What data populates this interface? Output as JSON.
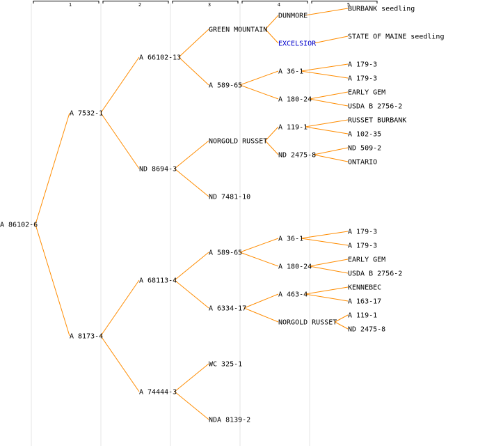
{
  "generations": [
    "1",
    "2",
    "3",
    "4",
    "5"
  ],
  "colors": {
    "edge": "#ff8c00",
    "text": "#000000",
    "highlight": "#0000cc",
    "grid": "#e4e4e4"
  },
  "nodes": [
    {
      "id": "n0",
      "label": "A 86102-6",
      "gen": 0,
      "row": 15
    },
    {
      "id": "n1",
      "label": "A 7532-1",
      "gen": 1,
      "row": 7,
      "parent": "n0"
    },
    {
      "id": "n2",
      "label": "A 8173-4",
      "gen": 1,
      "row": 23,
      "parent": "n0"
    },
    {
      "id": "n3",
      "label": "A 66102-13",
      "gen": 2,
      "row": 3,
      "parent": "n1"
    },
    {
      "id": "n4",
      "label": "ND 8694-3",
      "gen": 2,
      "row": 11,
      "parent": "n1"
    },
    {
      "id": "n5",
      "label": "A 68113-4",
      "gen": 2,
      "row": 19,
      "parent": "n2"
    },
    {
      "id": "n6",
      "label": "A 74444-3",
      "gen": 2,
      "row": 27,
      "parent": "n2"
    },
    {
      "id": "n7",
      "label": "GREEN MOUNTAIN",
      "gen": 3,
      "row": 1,
      "parent": "n3"
    },
    {
      "id": "n8",
      "label": "A 589-65",
      "gen": 3,
      "row": 5,
      "parent": "n3"
    },
    {
      "id": "n9",
      "label": "NORGOLD RUSSET",
      "gen": 3,
      "row": 9,
      "parent": "n4"
    },
    {
      "id": "n10",
      "label": "ND 7481-10",
      "gen": 3,
      "row": 13,
      "parent": "n4"
    },
    {
      "id": "n11",
      "label": "A 589-65",
      "gen": 3,
      "row": 17,
      "parent": "n5"
    },
    {
      "id": "n12",
      "label": "A 6334-17",
      "gen": 3,
      "row": 21,
      "parent": "n5"
    },
    {
      "id": "n13",
      "label": "WC 325-1",
      "gen": 3,
      "row": 25,
      "parent": "n6"
    },
    {
      "id": "n14",
      "label": "NDA 8139-2",
      "gen": 3,
      "row": 29,
      "parent": "n6"
    },
    {
      "id": "n15",
      "label": "DUNMORE",
      "gen": 4,
      "row": 0,
      "parent": "n7"
    },
    {
      "id": "n16",
      "label": "EXCELSIOR",
      "gen": 4,
      "row": 2,
      "parent": "n7",
      "highlight": true
    },
    {
      "id": "n17",
      "label": "A 36-1",
      "gen": 4,
      "row": 4,
      "parent": "n8"
    },
    {
      "id": "n18",
      "label": "A 180-24",
      "gen": 4,
      "row": 6,
      "parent": "n8"
    },
    {
      "id": "n19",
      "label": "A 119-1",
      "gen": 4,
      "row": 8,
      "parent": "n9"
    },
    {
      "id": "n20",
      "label": "ND 2475-8",
      "gen": 4,
      "row": 10,
      "parent": "n9"
    },
    {
      "id": "n21",
      "label": "A 36-1",
      "gen": 4,
      "row": 16,
      "parent": "n11"
    },
    {
      "id": "n22",
      "label": "A 180-24",
      "gen": 4,
      "row": 18,
      "parent": "n11"
    },
    {
      "id": "n23",
      "label": "A 463-4",
      "gen": 4,
      "row": 20,
      "parent": "n12"
    },
    {
      "id": "n24",
      "label": "NORGOLD RUSSET",
      "gen": 4,
      "row": 22,
      "parent": "n12"
    },
    {
      "id": "n25",
      "label": "BURBANK seedling",
      "gen": 5,
      "row": -0.5,
      "parent": "n15"
    },
    {
      "id": "n26",
      "label": "STATE OF MAINE seedling",
      "gen": 5,
      "row": 1.5,
      "parent": "n16"
    },
    {
      "id": "n27",
      "label": "A 179-3",
      "gen": 5,
      "row": 3.5,
      "parent": "n17"
    },
    {
      "id": "n28",
      "label": "A 179-3",
      "gen": 5,
      "row": 4.5,
      "parent": "n17"
    },
    {
      "id": "n29",
      "label": "EARLY GEM",
      "gen": 5,
      "row": 5.5,
      "parent": "n18"
    },
    {
      "id": "n30",
      "label": "USDA B 2756-2",
      "gen": 5,
      "row": 6.5,
      "parent": "n18"
    },
    {
      "id": "n31",
      "label": "RUSSET BURBANK",
      "gen": 5,
      "row": 7.5,
      "parent": "n19"
    },
    {
      "id": "n32",
      "label": "A 102-35",
      "gen": 5,
      "row": 8.5,
      "parent": "n19"
    },
    {
      "id": "n33",
      "label": "ND 509-2",
      "gen": 5,
      "row": 9.5,
      "parent": "n20"
    },
    {
      "id": "n34",
      "label": "ONTARIO",
      "gen": 5,
      "row": 10.5,
      "parent": "n20"
    },
    {
      "id": "n35",
      "label": "A 179-3",
      "gen": 5,
      "row": 15.5,
      "parent": "n21"
    },
    {
      "id": "n36",
      "label": "A 179-3",
      "gen": 5,
      "row": 16.5,
      "parent": "n21"
    },
    {
      "id": "n37",
      "label": "EARLY GEM",
      "gen": 5,
      "row": 17.5,
      "parent": "n22"
    },
    {
      "id": "n38",
      "label": "USDA B 2756-2",
      "gen": 5,
      "row": 18.5,
      "parent": "n22"
    },
    {
      "id": "n39",
      "label": "KENNEBEC",
      "gen": 5,
      "row": 19.5,
      "parent": "n23"
    },
    {
      "id": "n40",
      "label": "A 163-17",
      "gen": 5,
      "row": 20.5,
      "parent": "n23"
    },
    {
      "id": "n41",
      "label": "A 119-1",
      "gen": 5,
      "row": 21.5,
      "parent": "n24"
    },
    {
      "id": "n42",
      "label": "ND 2475-8",
      "gen": 5,
      "row": 22.5,
      "parent": "n24"
    }
  ]
}
